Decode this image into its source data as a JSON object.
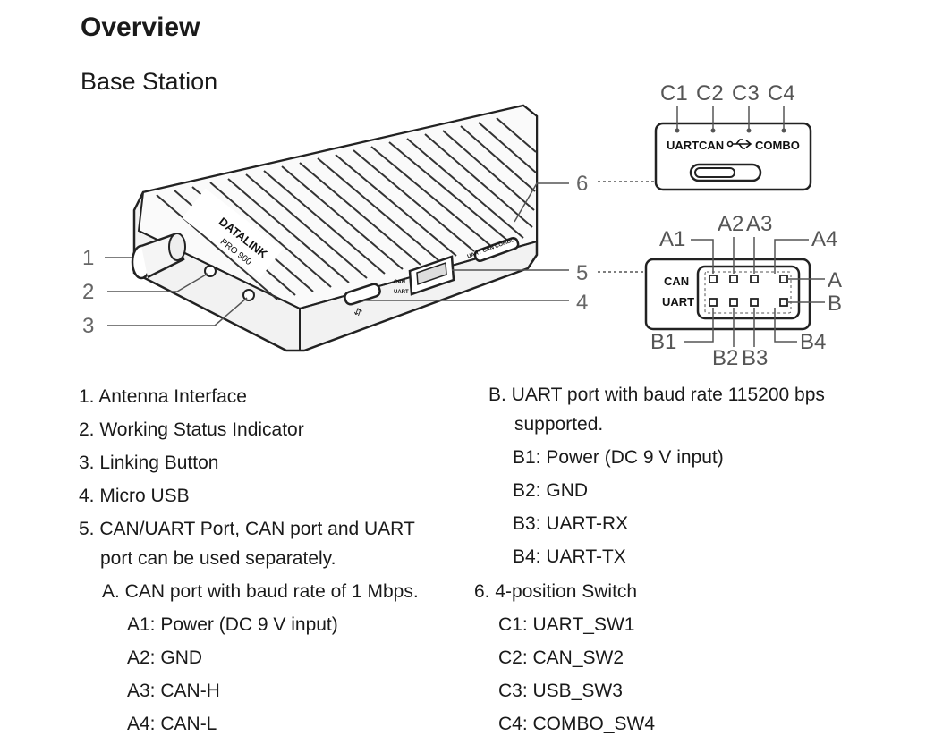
{
  "title": "Overview",
  "subtitle": "Base Station",
  "switch_panel": {
    "top_labels": [
      "C1",
      "C2",
      "C3",
      "C4"
    ],
    "switch_labels": {
      "uart": "UART",
      "can": "CAN",
      "combo": "COMBO"
    },
    "usb_icon": "usb-icon"
  },
  "port_panel": {
    "top_labels": [
      "A1",
      "A2",
      "A3",
      "A4"
    ],
    "bottom_labels": [
      "B1",
      "B2",
      "B3",
      "B4"
    ],
    "row_labels": {
      "a": "A",
      "b": "B"
    },
    "port_names": {
      "can": "CAN",
      "uart": "UART"
    }
  },
  "callouts": [
    "1",
    "2",
    "3",
    "4",
    "5",
    "6"
  ],
  "device_text": {
    "brand": "DATALINK",
    "model": "PRO 900",
    "side_can": "CAN",
    "side_uart": "UART",
    "side_switch": "UART CAN  COMBO"
  },
  "left_list": [
    "1. Antenna Interface",
    "2. Working Status Indicator",
    "3. Linking Button",
    "4. Micro USB",
    "5. CAN/UART Port, CAN port and UART",
    "port can be used separately.",
    "A. CAN port with baud rate of 1 Mbps.",
    "A1: Power (DC 9 V input)",
    "A2: GND",
    "A3: CAN-H",
    "A4: CAN-L"
  ],
  "right_list": [
    "B. UART port with baud rate 115200 bps",
    "supported.",
    "B1: Power (DC 9 V input)",
    "B2: GND",
    "B3: UART-RX",
    "B4: UART-TX",
    "6. 4-position Switch",
    "C1: UART_SW1",
    "C2: CAN_SW2",
    "C3: USB_SW3",
    "C4: COMBO_SW4"
  ]
}
